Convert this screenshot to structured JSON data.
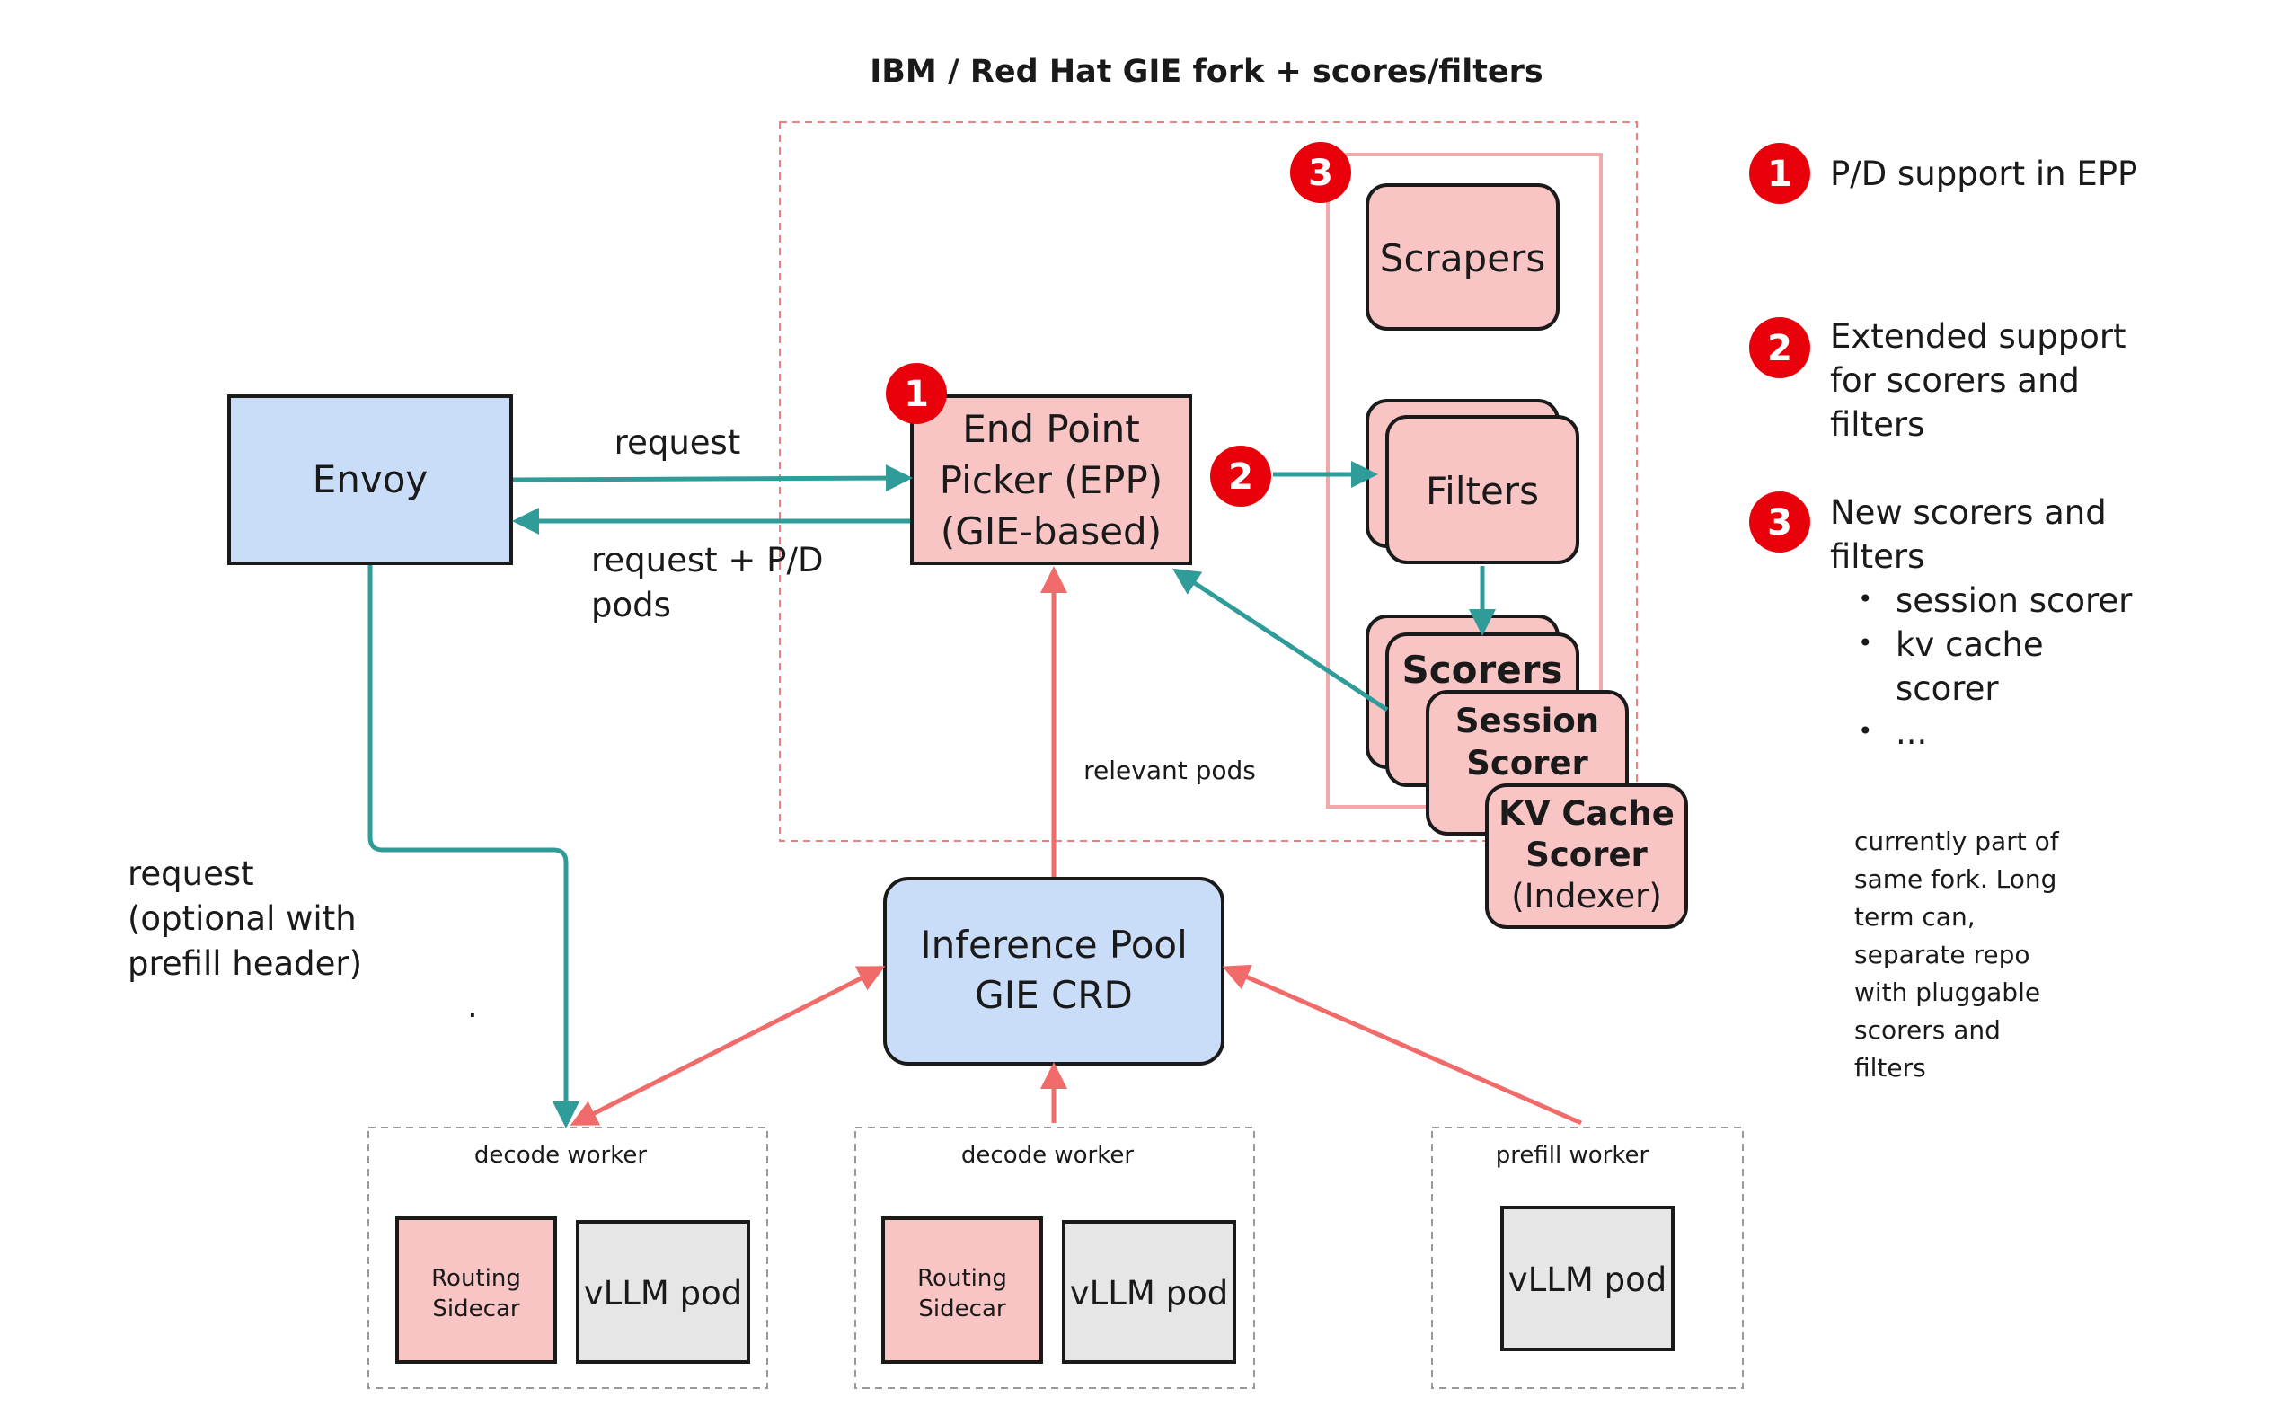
{
  "title": "IBM / Red Hat GIE fork + scores/filters",
  "colors": {
    "accent_red": "#e8000b",
    "pink_fill": "#f8c4c4",
    "blue_fill": "#c9dcf8",
    "gray_fill": "#e6e6e6",
    "teal_arrow": "#2f9c9a",
    "red_arrow": "#f26b6b"
  },
  "nodes": {
    "envoy": "Envoy",
    "epp": [
      "End Point",
      "Picker (EPP)",
      "(GIE-based)"
    ],
    "scrapers": "Scrapers",
    "filters": "Filters",
    "scorers": "Scorers",
    "session_scorer": [
      "Session",
      "Scorer"
    ],
    "kv_cache_scorer": [
      "KV Cache",
      "Scorer",
      "(Indexer)"
    ],
    "inference_pool": [
      "Inference Pool",
      "GIE CRD"
    ]
  },
  "edge_labels": {
    "request": "request",
    "request_pd": [
      "request + P/D",
      "pods"
    ],
    "relevant_pods": "relevant pods",
    "request_optional": [
      "request",
      "(optional with",
      "prefill header)"
    ],
    "stray_dot": "."
  },
  "workers": [
    {
      "label": "decode worker",
      "sidecar": [
        "Routing",
        "Sidecar"
      ],
      "pod": "vLLM pod"
    },
    {
      "label": "decode worker",
      "sidecar": [
        "Routing",
        "Sidecar"
      ],
      "pod": "vLLM pod"
    },
    {
      "label": "prefill worker",
      "pod": "vLLM pod"
    }
  ],
  "badges": [
    "1",
    "2",
    "3"
  ],
  "legend": [
    {
      "number": "1",
      "lines": [
        "P/D support in EPP"
      ]
    },
    {
      "number": "2",
      "lines": [
        "Extended support",
        "for scorers and",
        "filters"
      ]
    },
    {
      "number": "3",
      "lines": [
        "New scorers and",
        "filters"
      ]
    }
  ],
  "legend_bullets": [
    {
      "bullet": "•",
      "lines": [
        "session scorer"
      ]
    },
    {
      "bullet": "•",
      "lines": [
        "kv cache",
        "scorer"
      ]
    },
    {
      "bullet": "•",
      "lines": [
        "..."
      ]
    }
  ],
  "note": [
    "currently part of",
    "same fork. Long",
    "term can,",
    "separate repo",
    "with pluggable",
    "scorers and",
    "filters"
  ]
}
